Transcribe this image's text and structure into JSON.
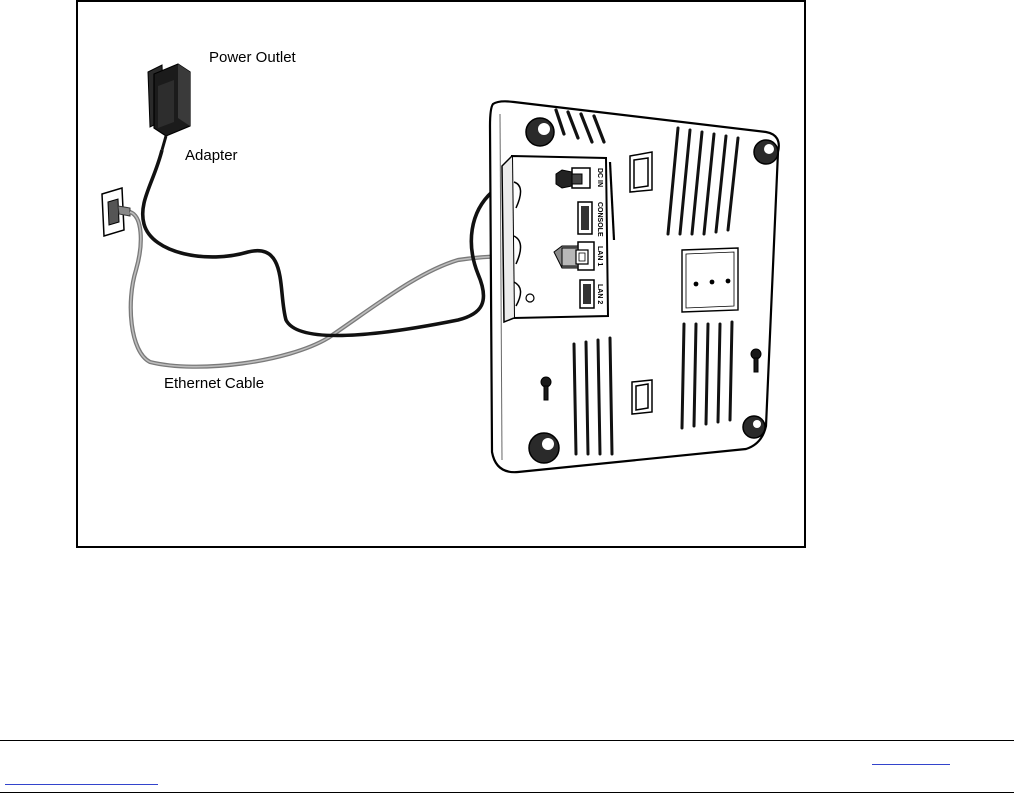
{
  "labels": {
    "power_outlet": "Power Outlet",
    "adapter": "Adapter",
    "ethernet_cable": "Ethernet Cable"
  },
  "port_labels": {
    "dc_in": "DC IN",
    "console": "CONSOLE",
    "lan1": "LAN 1",
    "lan2": "LAN 2"
  },
  "colors": {
    "ink": "#000000",
    "power_cable": "#1a1a1a",
    "ethernet_cable": "#8c8c8c",
    "device_body": "#ffffff",
    "link_underline": "#3344cc"
  }
}
